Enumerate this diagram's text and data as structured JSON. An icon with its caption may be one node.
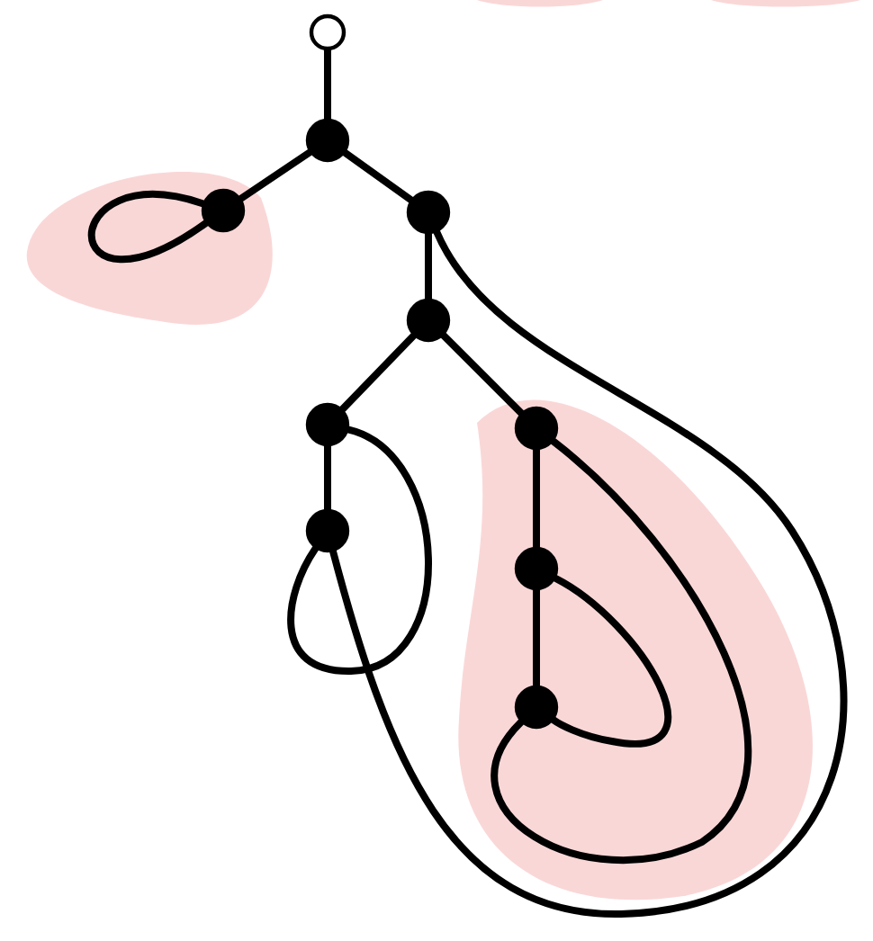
{
  "diagram": {
    "nodes": [
      {
        "text": [],
        "shape": "circle"
      },
      {
        "text": [],
        "shape": "circle"
      },
      {
        "text": [],
        "shape": "circle"
      },
      {
        "text": [],
        "shape": "circle"
      },
      {
        "text": [],
        "shape": "circle"
      },
      {
        "text": [],
        "shape": "circle"
      },
      {
        "text": [],
        "shape": "circle"
      },
      {
        "text": [],
        "shape": "circle"
      },
      {
        "text": [],
        "shape": "circle"
      },
      {
        "text": [],
        "shape": "circle"
      }
    ],
    "edges": [
      {
        "from": 0,
        "to": 1,
        "arrow": "none"
      },
      {
        "from": 1,
        "to": 2,
        "arrow": "none"
      },
      {
        "from": 1,
        "to": 3,
        "arrow": "none"
      },
      {
        "from": 2,
        "to": 2,
        "arrow": "none"
      },
      {
        "from": 3,
        "to": 4,
        "arrow": "none"
      },
      {
        "from": 4,
        "to": 5,
        "arrow": "none"
      },
      {
        "from": 4,
        "to": 6,
        "arrow": "none"
      },
      {
        "from": 5,
        "to": 7,
        "arrow": "none"
      },
      {
        "from": 5,
        "to": 7,
        "arrow": "none"
      },
      {
        "from": 7,
        "to": 3,
        "arrow": "none"
      },
      {
        "from": 6,
        "to": 8,
        "arrow": "none"
      },
      {
        "from": 8,
        "to": 9,
        "arrow": "none"
      },
      {
        "from": 6,
        "to": 9,
        "arrow": "none"
      },
      {
        "from": 8,
        "to": 9,
        "arrow": "none"
      }
    ]
  }
}
